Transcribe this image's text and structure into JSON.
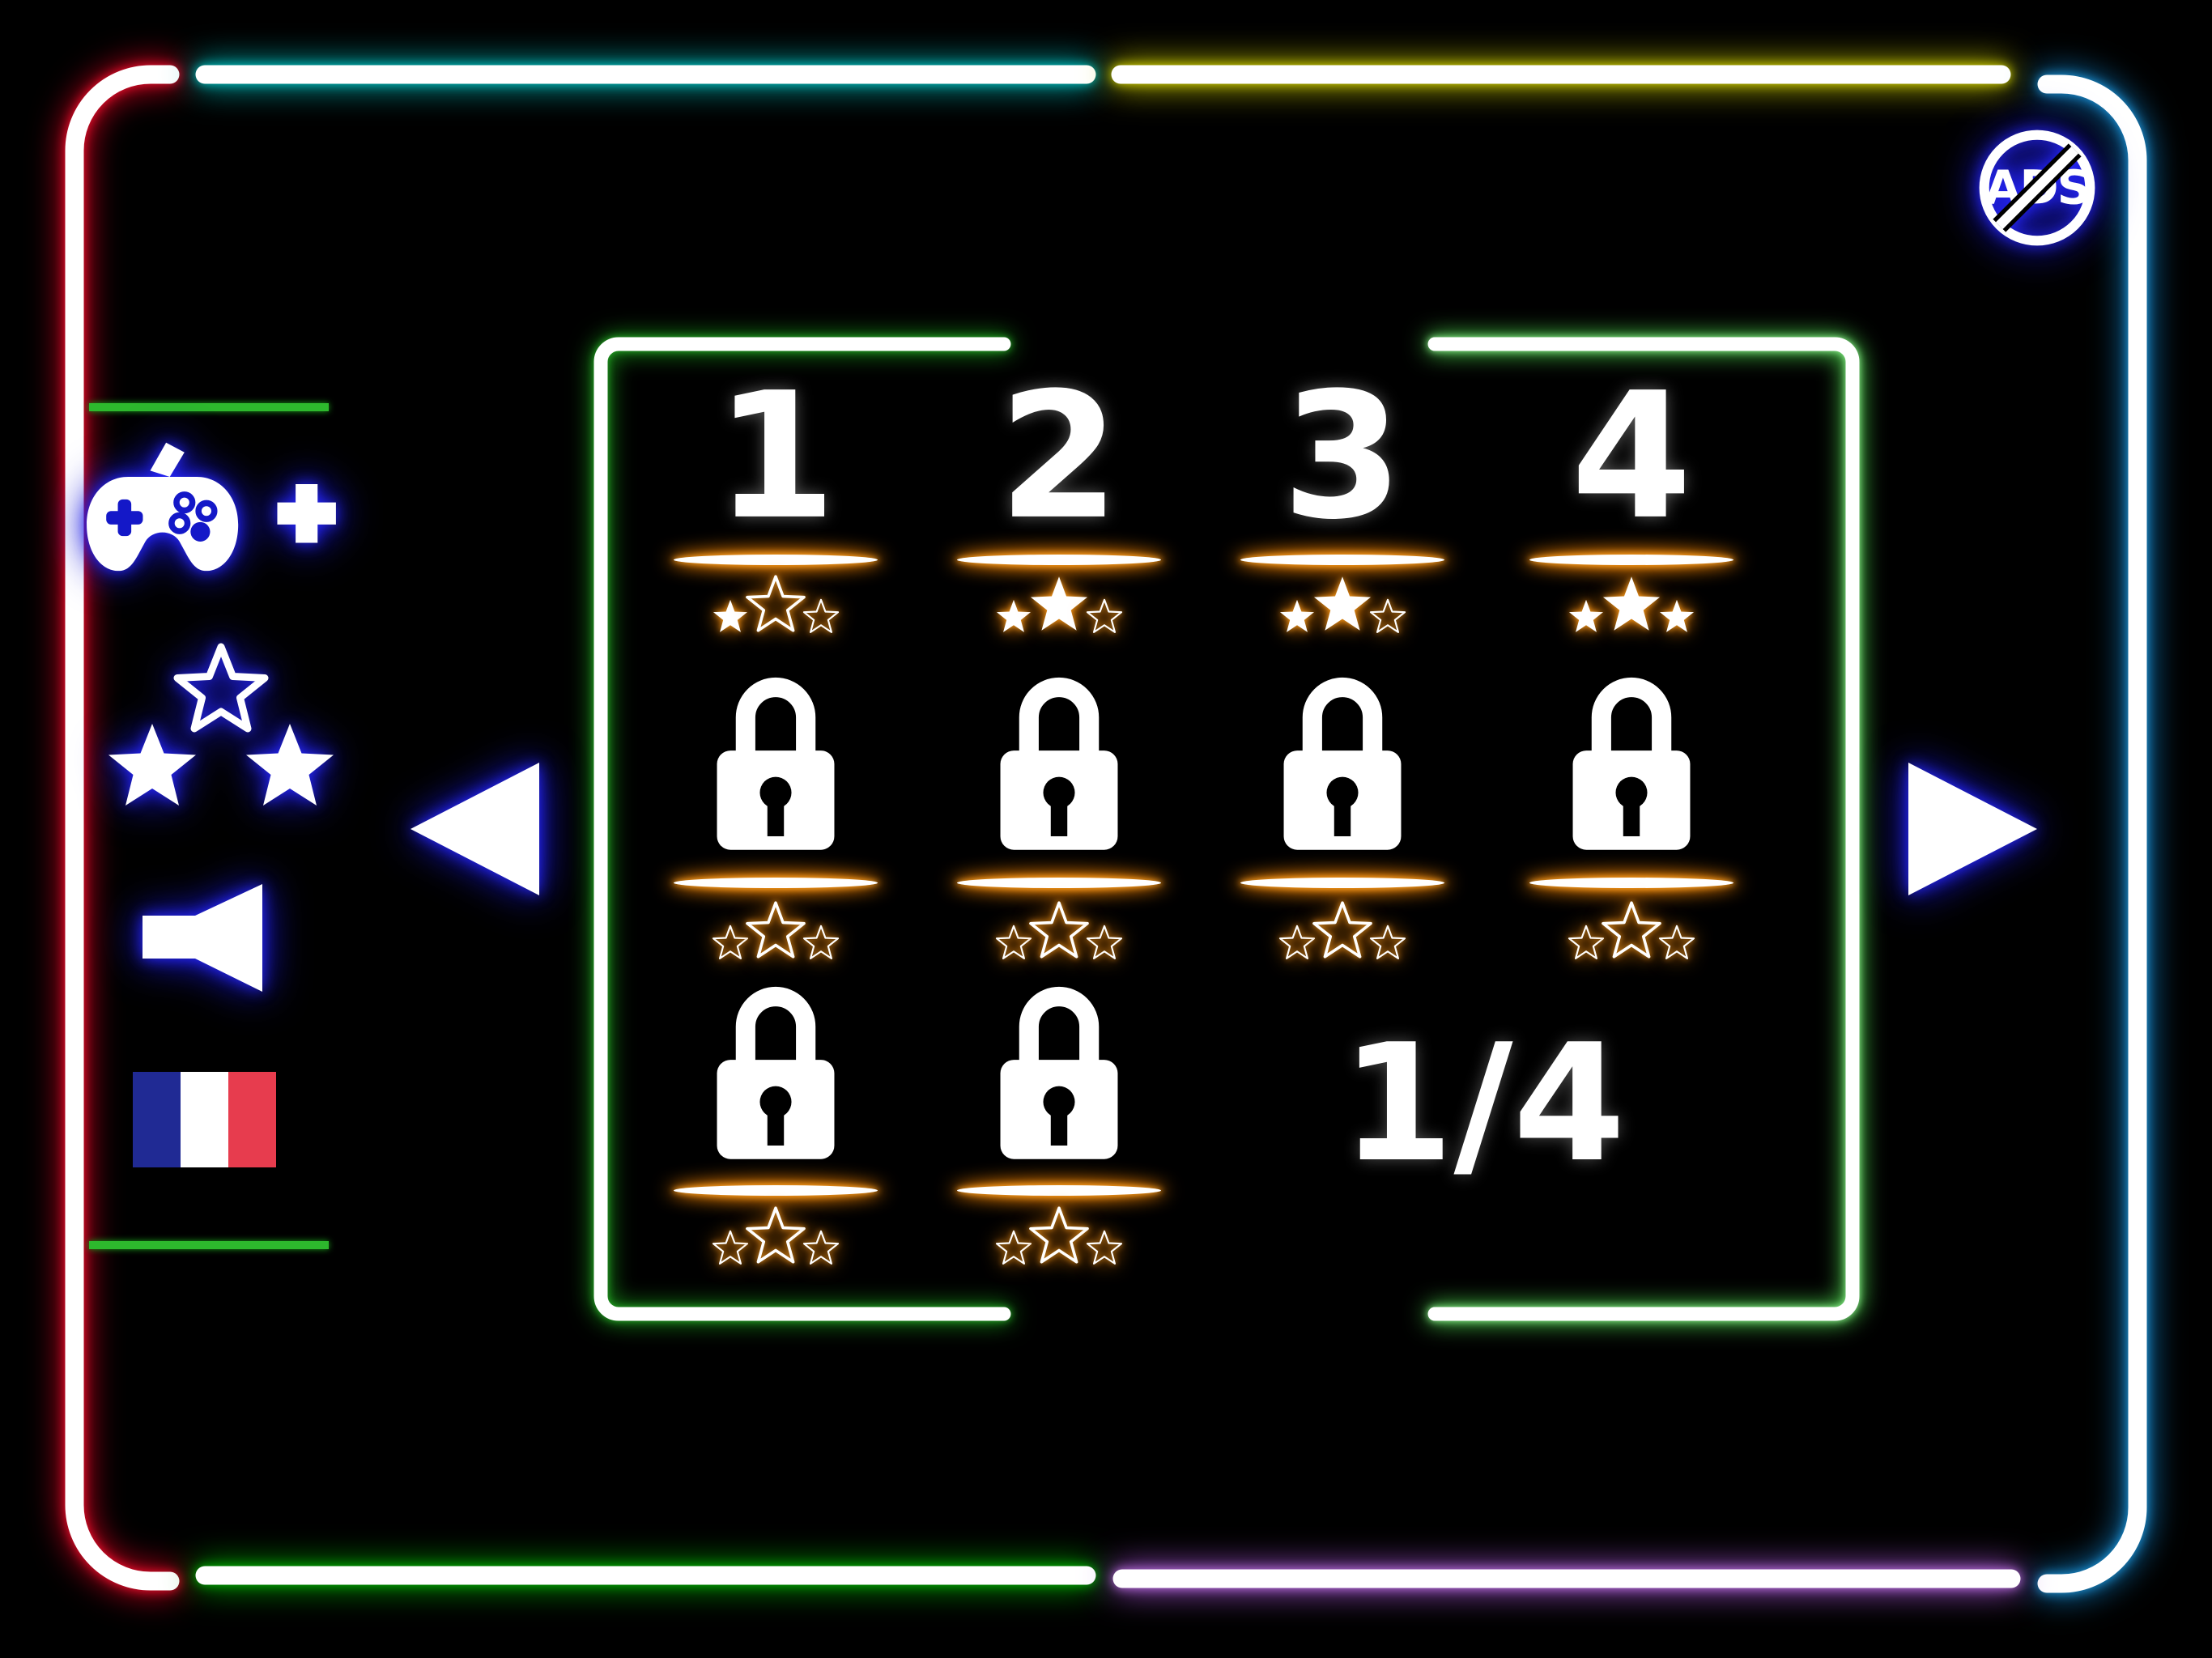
{
  "no_ads": {
    "label": "ADS"
  },
  "frame": {
    "segments": [
      {
        "name": "left-bracket",
        "color": "#ff1030"
      },
      {
        "name": "top-left-line",
        "color": "#00c8c8"
      },
      {
        "name": "top-right-line",
        "color": "#d8d800"
      },
      {
        "name": "right-bracket",
        "color": "#1b9ae0"
      },
      {
        "name": "bottom-left-line",
        "color": "#00b800"
      },
      {
        "name": "bottom-right-line",
        "color": "#c468e8"
      }
    ]
  },
  "sidebar": {
    "glow_color": "#2828ff",
    "items": [
      {
        "icon": "gamepad-plus-icon",
        "meaning": "more games"
      },
      {
        "icon": "three-stars-icon",
        "meaning": "rate / achievements"
      },
      {
        "icon": "speaker-icon",
        "meaning": "sound"
      },
      {
        "icon": "france-flag-icon",
        "meaning": "language"
      }
    ],
    "flag_colors": {
      "blue": "#202a94",
      "white": "#ffffff",
      "red": "#e73c4e"
    }
  },
  "navigation": {
    "prev": "left-arrow",
    "next": "right-arrow",
    "glow_color": "#2020ff"
  },
  "level_select": {
    "page_indicator": "1/4",
    "max_stars_per_level": 3,
    "panel_left_glow": "#28b428",
    "panel_right_glow": "#8cf08c",
    "star_glow": "#ff9500",
    "grid": [
      [
        {
          "label": "1",
          "locked": false,
          "stars": 1
        },
        {
          "label": "2",
          "locked": false,
          "stars": 2
        },
        {
          "label": "3",
          "locked": false,
          "stars": 2
        },
        {
          "label": "4",
          "locked": false,
          "stars": 3
        }
      ],
      [
        {
          "locked": true,
          "stars": 0
        },
        {
          "locked": true,
          "stars": 0
        },
        {
          "locked": true,
          "stars": 0
        },
        {
          "locked": true,
          "stars": 0
        }
      ],
      [
        {
          "locked": true,
          "stars": 0
        },
        {
          "locked": true,
          "stars": 0
        }
      ]
    ]
  }
}
